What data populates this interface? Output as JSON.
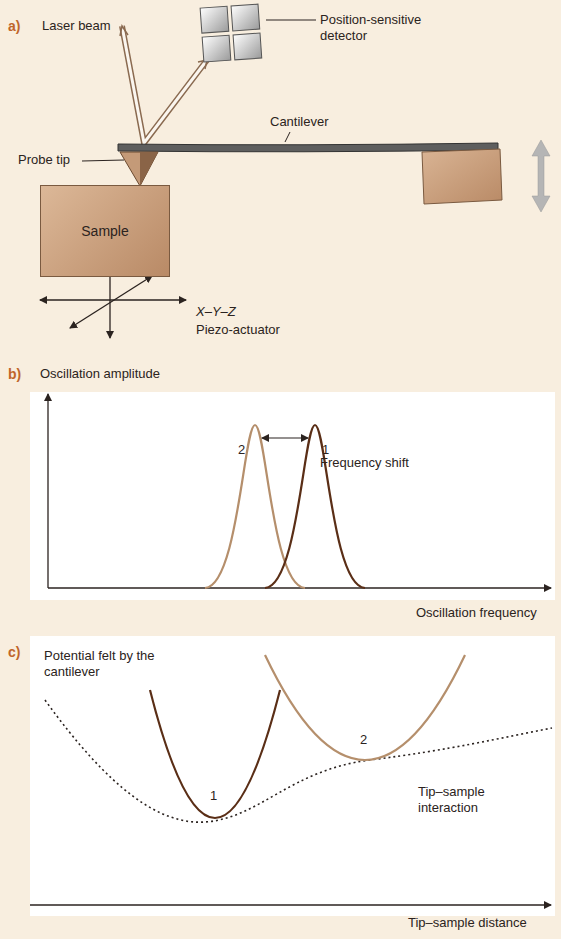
{
  "diagram": {
    "nodes": [
      {
        "text": [
          "Sample"
        ]
      }
    ],
    "labels": [
      "a)",
      "Laser beam",
      "Position-sensitive detector",
      "Cantilever",
      "Probe tip",
      "X–Y–Z",
      "Piezo-actuator",
      "b)",
      "Oscillation amplitude",
      "2",
      "1",
      "Frequency shift",
      "Oscillation frequency",
      "c)",
      "Potential felt by the cantilever",
      "1",
      "2",
      "Tip–sample interaction",
      "Tip–sample distance"
    ]
  }
}
